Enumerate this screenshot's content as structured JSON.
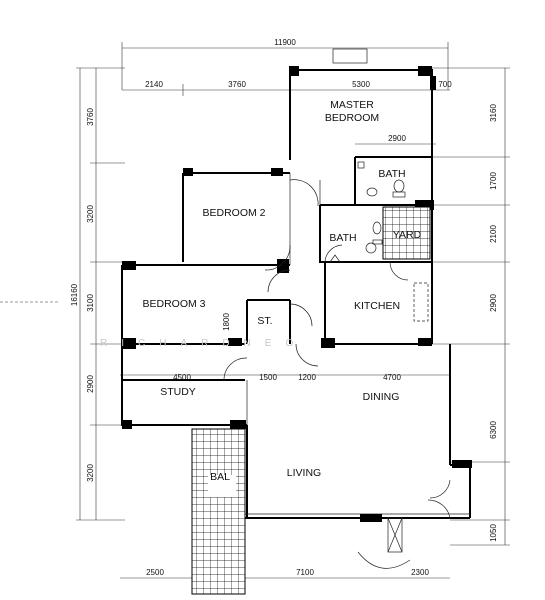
{
  "dimensions": {
    "top_total": "11900",
    "top_1": "2140",
    "top_2": "3760",
    "top_3": "5300",
    "top_4": "700",
    "top_inner": "2900",
    "mid_study": "4500",
    "mid_2": "1500",
    "mid_3": "1200",
    "mid_4": "4700",
    "bottom_1": "2500",
    "bottom_2": "7100",
    "bottom_3": "2300",
    "left_total": "16160",
    "left_1": "3760",
    "left_2": "3200",
    "left_3": "3100",
    "left_4": "2900",
    "left_5": "3200",
    "right_1": "3160",
    "right_2": "1700",
    "right_3": "2100",
    "right_4": "2900",
    "right_5": "6300",
    "right_6": "1050",
    "store_height": "1800"
  },
  "rooms": {
    "master_line1": "MASTER",
    "master_line2": "BEDROOM",
    "bath_upper": "BATH",
    "bath_lower": "BATH",
    "yard": "YARD",
    "bedroom2": "BEDROOM 2",
    "bedroom3": "BEDROOM 3",
    "store": "ST.",
    "kitchen": "KITCHEN",
    "study": "STUDY",
    "dining": "DINING",
    "living": "LIVING",
    "balcony": "BAL"
  },
  "watermark": "RICHARDNEO"
}
